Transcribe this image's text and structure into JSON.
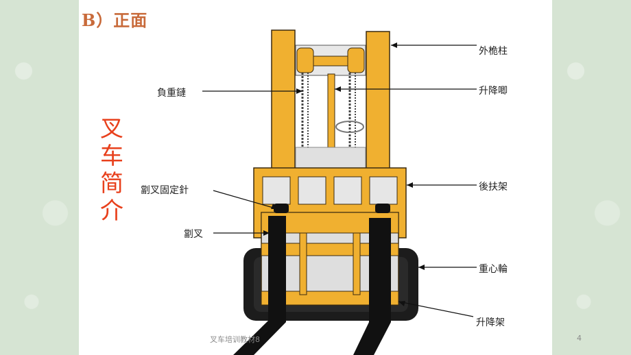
{
  "heading": "B）正面",
  "side_title": [
    "叉",
    "车",
    "简",
    "介"
  ],
  "labels": {
    "outer_mast": "外桅柱",
    "load_chain": "負重鏈",
    "lift_cylinder": "升降唧",
    "rear_guard": "後扶架",
    "fork_pin": "劏叉固定針",
    "fork": "劏叉",
    "center_wheel": "重心輪",
    "lift_bracket": "升降架"
  },
  "footer": "叉车培训教材8",
  "page_number": "4",
  "colors": {
    "mast": "#f0b030",
    "outline": "#3a2a10",
    "fork": "#1a1a1a",
    "title_red": "#e8401c",
    "chain": "#444444"
  }
}
